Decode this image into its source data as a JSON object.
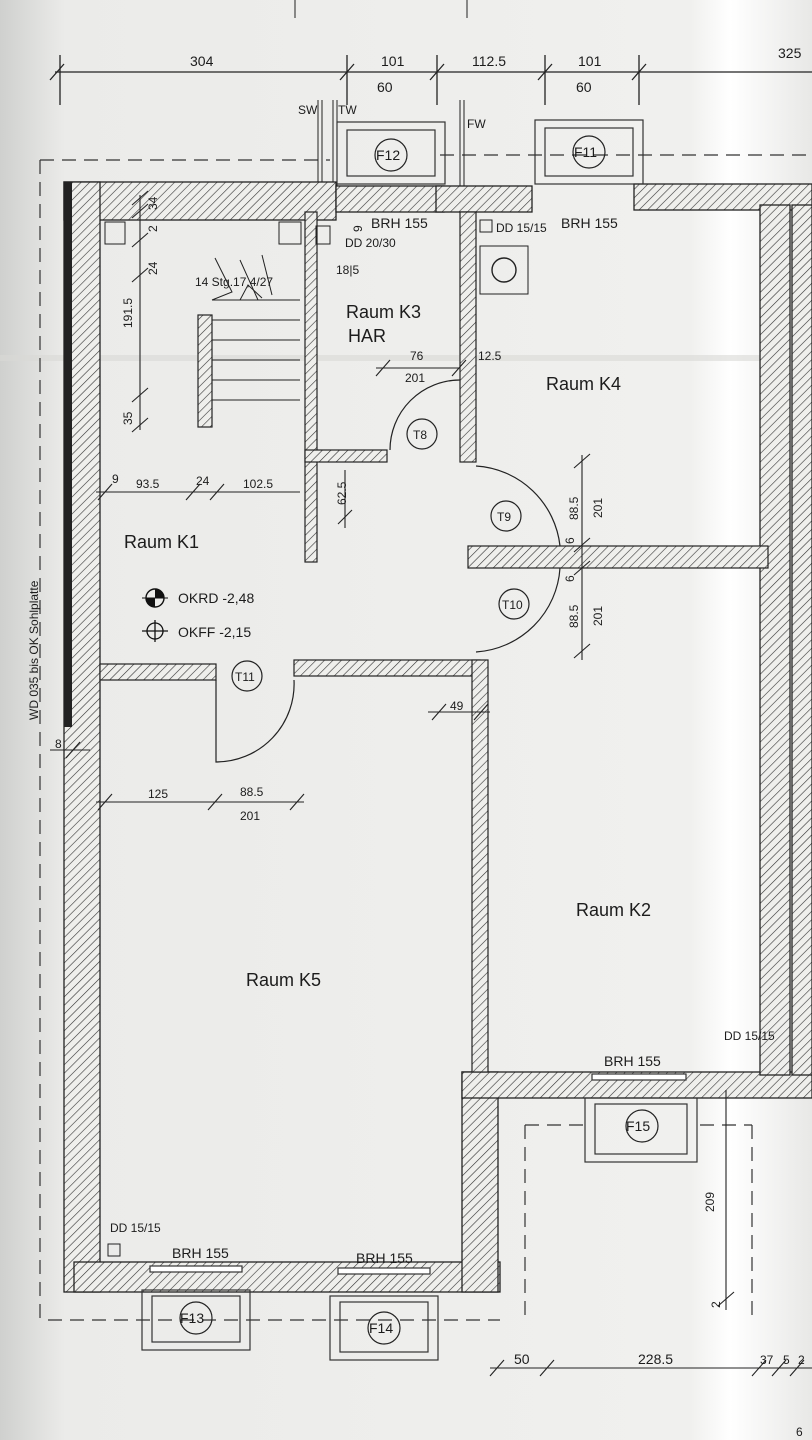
{
  "dimensions_top": {
    "d304": "304",
    "d101a": "101",
    "d60a": "60",
    "d1125": "112.5",
    "d101b": "101",
    "d60b": "60",
    "d325": "325"
  },
  "markers": {
    "sw": "SW",
    "tw": "TW",
    "fw": "FW"
  },
  "windows": {
    "f11": "F11",
    "f12": "F12",
    "f13": "F13",
    "f14": "F14",
    "f15": "F15"
  },
  "brh": {
    "k3": "BRH 155",
    "k4": "BRH 155",
    "k2": "BRH 155",
    "k5a": "BRH 155",
    "k5b": "BRH 155"
  },
  "dd": {
    "k3_1": "DD 20/30",
    "k4": "DD 15/15",
    "k2": "DD 15/15",
    "k5": "DD 15/15"
  },
  "stairs": {
    "label": "14 Stg.17,4/27"
  },
  "rooms": {
    "k1": "Raum K1",
    "k2": "Raum K2",
    "k3": "Raum K3",
    "k3_sub": "HAR",
    "k4": "Raum K4",
    "k5": "Raum K5"
  },
  "doors": {
    "t8": "T8",
    "t9": "T9",
    "t10": "T10",
    "t11": "T11"
  },
  "levels": {
    "okrd": "OKRD -2,48",
    "okff": "OKFF -2,15"
  },
  "side_text": "WD 035 bis OK Sohlplatte",
  "dims": {
    "d34": "34",
    "d2": "2",
    "d24": "24",
    "d1915": "191.5",
    "d35": "35",
    "d9a": "9",
    "d935": "93.5",
    "d24b": "24",
    "d1025": "102.5",
    "d625": "62.5",
    "d76": "76",
    "d201a": "201",
    "d125": "12.5",
    "d185": "18|5",
    "d9b": "9",
    "d885a": "88.5",
    "d201b": "201",
    "d6a": "6",
    "d6b": "6",
    "d885b": "88.5",
    "d201c": "201",
    "d49": "49",
    "d8": "8",
    "d125b": "125",
    "d885c": "88.5",
    "d201d": "201",
    "d209": "209",
    "d2b": "2",
    "d50": "50",
    "d2285": "228.5",
    "d37": "37",
    "d5": "5",
    "d2x": "2",
    "d6": "6"
  }
}
